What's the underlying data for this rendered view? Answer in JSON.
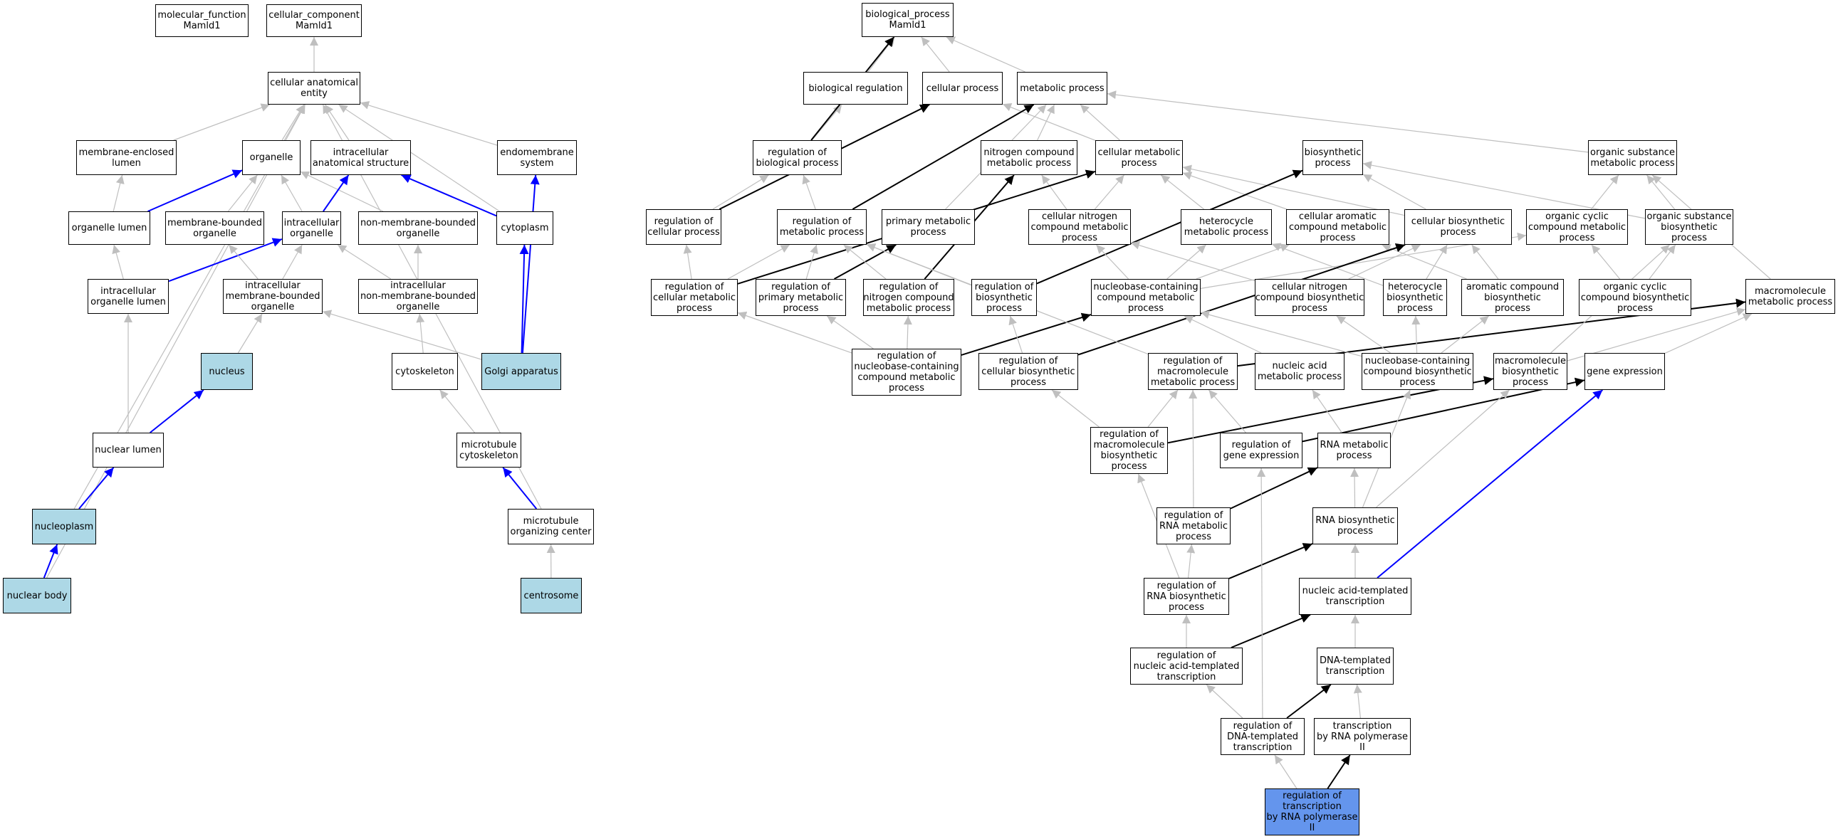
{
  "colors": {
    "highlight_light": "#add8e6",
    "highlight_strong": "#6495ed",
    "edge_grey": "#bfbfbf",
    "edge_blue": "#0000ff",
    "edge_black": "#000000"
  },
  "nodes": {
    "mf": {
      "label": [
        "molecular_function",
        "Mamld1"
      ]
    },
    "cc": {
      "label": [
        "cellular_component",
        "Mamld1"
      ]
    },
    "cae": {
      "label": [
        "cellular anatomical",
        "entity"
      ]
    },
    "mel": {
      "label": [
        "membrane-enclosed",
        "lumen"
      ]
    },
    "org": {
      "label": [
        "organelle"
      ]
    },
    "ias": {
      "label": [
        "intracellular",
        "anatomical structure"
      ]
    },
    "endo": {
      "label": [
        "endomembrane",
        "system"
      ]
    },
    "orgl": {
      "label": [
        "organelle lumen"
      ]
    },
    "mbo": {
      "label": [
        "membrane-bounded",
        "organelle"
      ]
    },
    "io": {
      "label": [
        "intracellular",
        "organelle"
      ]
    },
    "nmbo": {
      "label": [
        "non-membrane-bounded",
        "organelle"
      ]
    },
    "cyto": {
      "label": [
        "cytoplasm"
      ]
    },
    "iol": {
      "label": [
        "intracellular",
        "organelle lumen"
      ]
    },
    "imbo": {
      "label": [
        "intracellular",
        "membrane-bounded",
        "organelle"
      ]
    },
    "inmbo": {
      "label": [
        "intracellular",
        "non-membrane-bounded",
        "organelle"
      ]
    },
    "nuc": {
      "label": [
        "nucleus"
      ]
    },
    "csk": {
      "label": [
        "cytoskeleton"
      ]
    },
    "golgi": {
      "label": [
        "Golgi apparatus"
      ]
    },
    "nlum": {
      "label": [
        "nuclear lumen"
      ]
    },
    "mtc": {
      "label": [
        "microtubule",
        "cytoskeleton"
      ]
    },
    "nplasm": {
      "label": [
        "nucleoplasm"
      ]
    },
    "mtoc": {
      "label": [
        "microtubule",
        "organizing center"
      ]
    },
    "nbody": {
      "label": [
        "nuclear body"
      ]
    },
    "csome": {
      "label": [
        "centrosome"
      ]
    },
    "bp": {
      "label": [
        "biological_process",
        "Mamld1"
      ]
    },
    "breg": {
      "label": [
        "biological regulation"
      ]
    },
    "cp": {
      "label": [
        "cellular process"
      ]
    },
    "mp": {
      "label": [
        "metabolic process"
      ]
    },
    "rbp": {
      "label": [
        "regulation of",
        "biological process"
      ]
    },
    "ncmp": {
      "label": [
        "nitrogen compound",
        "metabolic process"
      ]
    },
    "cmp": {
      "label": [
        "cellular metabolic",
        "process"
      ]
    },
    "bsp": {
      "label": [
        "biosynthetic",
        "process"
      ]
    },
    "osmp": {
      "label": [
        "organic substance",
        "metabolic process"
      ]
    },
    "rcp": {
      "label": [
        "regulation of",
        "cellular process"
      ]
    },
    "rmp": {
      "label": [
        "regulation of",
        "metabolic process"
      ]
    },
    "pmp": {
      "label": [
        "primary metabolic",
        "process"
      ]
    },
    "cncmp": {
      "label": [
        "cellular nitrogen",
        "compound metabolic",
        "process"
      ]
    },
    "hmp": {
      "label": [
        "heterocycle",
        "metabolic process"
      ]
    },
    "cacmp": {
      "label": [
        "cellular aromatic",
        "compound metabolic",
        "process"
      ]
    },
    "cbp": {
      "label": [
        "cellular biosynthetic",
        "process"
      ]
    },
    "occmp": {
      "label": [
        "organic cyclic",
        "compound metabolic",
        "process"
      ]
    },
    "osbp": {
      "label": [
        "organic substance",
        "biosynthetic",
        "process"
      ]
    },
    "rcmp": {
      "label": [
        "regulation of",
        "cellular metabolic",
        "process"
      ]
    },
    "rpmp": {
      "label": [
        "regulation of",
        "primary metabolic",
        "process"
      ]
    },
    "rncmp": {
      "label": [
        "regulation of",
        "nitrogen compound",
        "metabolic process"
      ]
    },
    "rbsp": {
      "label": [
        "regulation of",
        "biosynthetic",
        "process"
      ]
    },
    "nbcmp": {
      "label": [
        "nucleobase-containing",
        "compound metabolic",
        "process"
      ]
    },
    "cncbp": {
      "label": [
        "cellular nitrogen",
        "compound biosynthetic",
        "process"
      ]
    },
    "hbp": {
      "label": [
        "heterocycle",
        "biosynthetic",
        "process"
      ]
    },
    "acbp": {
      "label": [
        "aromatic compound",
        "biosynthetic",
        "process"
      ]
    },
    "occbp": {
      "label": [
        "organic cyclic",
        "compound biosynthetic",
        "process"
      ]
    },
    "mmp": {
      "label": [
        "macromolecule",
        "metabolic process"
      ]
    },
    "rnbcmp": {
      "label": [
        "regulation of",
        "nucleobase-containing",
        "compound metabolic",
        "process"
      ]
    },
    "rcbp": {
      "label": [
        "regulation of",
        "cellular biosynthetic",
        "process"
      ]
    },
    "rmmp": {
      "label": [
        "regulation of",
        "macromolecule",
        "metabolic process"
      ]
    },
    "namp": {
      "label": [
        "nucleic acid",
        "metabolic process"
      ]
    },
    "nbcbp": {
      "label": [
        "nucleobase-containing",
        "compound biosynthetic",
        "process"
      ]
    },
    "mbp": {
      "label": [
        "macromolecule",
        "biosynthetic",
        "process"
      ]
    },
    "gexp": {
      "label": [
        "gene expression"
      ]
    },
    "rmbp": {
      "label": [
        "regulation of",
        "macromolecule",
        "biosynthetic",
        "process"
      ]
    },
    "rgexp": {
      "label": [
        "regulation of",
        "gene expression"
      ]
    },
    "rnamp": {
      "label": [
        "RNA metabolic",
        "process"
      ]
    },
    "rrnamp": {
      "label": [
        "regulation of",
        "RNA metabolic",
        "process"
      ]
    },
    "rnabp": {
      "label": [
        "RNA biosynthetic",
        "process"
      ]
    },
    "rrnabp": {
      "label": [
        "regulation of",
        "RNA biosynthetic",
        "process"
      ]
    },
    "natt": {
      "label": [
        "nucleic acid-templated",
        "transcription"
      ]
    },
    "rnatt": {
      "label": [
        "regulation of",
        "nucleic acid-templated",
        "transcription"
      ]
    },
    "dtt": {
      "label": [
        "DNA-templated",
        "transcription"
      ]
    },
    "rdtt": {
      "label": [
        "regulation of",
        "DNA-templated",
        "transcription"
      ]
    },
    "trnap": {
      "label": [
        "transcription",
        "by RNA polymerase",
        "II"
      ]
    },
    "rtrnap": {
      "label": [
        "regulation of",
        "transcription",
        "by RNA polymerase",
        "II"
      ]
    }
  }
}
